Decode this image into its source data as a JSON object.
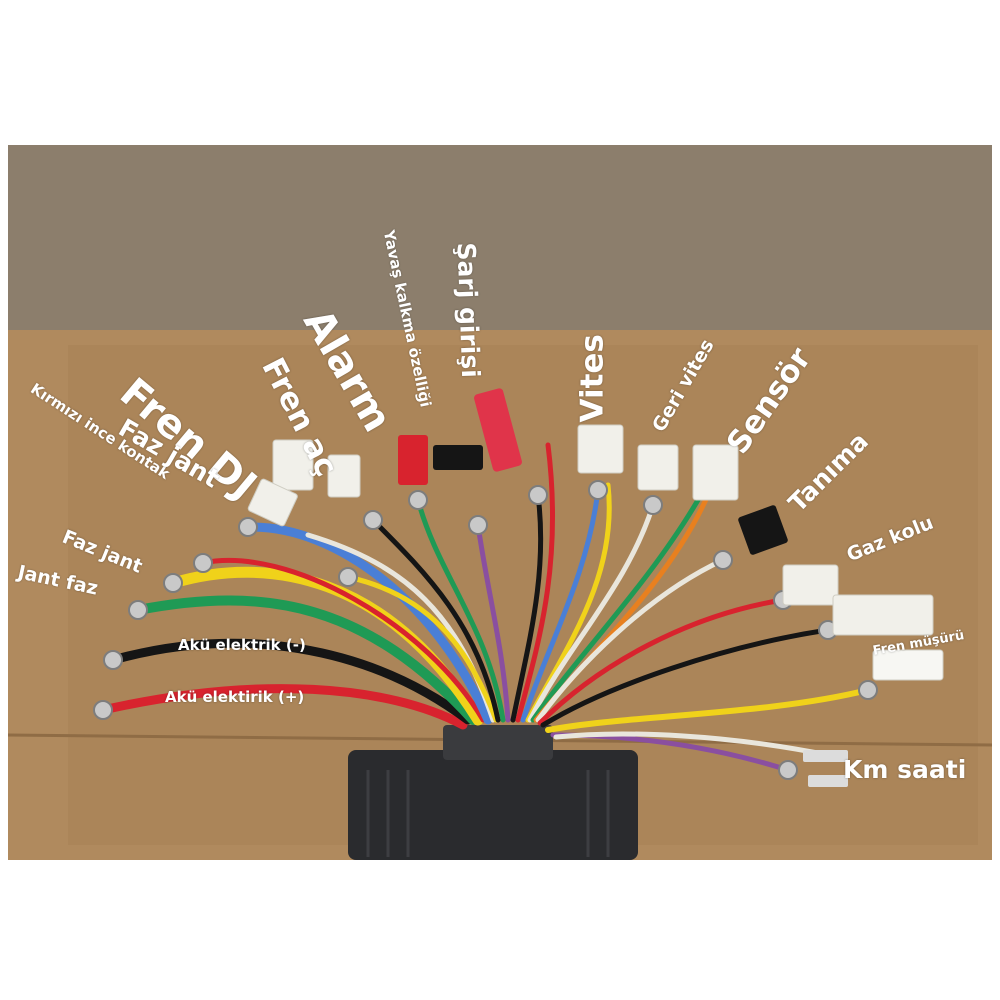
{
  "labels": {
    "fren_dj": "Fren DJ",
    "fren_ac": "Fren aç",
    "alarm": "Alarm",
    "yavas_kalkma": "Yavaş kalkma özelliği",
    "sarj_girisi": "Şarj girişi",
    "vites": "Vites",
    "geri_vites": "Geri vites",
    "sensor": "Sensör",
    "tanima": "Tanıma",
    "gaz_kolu": "Gaz kolu",
    "fren_musuru": "Fren müşürü",
    "km_saati": "Km saati",
    "kirmizi_ince_kontak": "Kırmızı ince kontak",
    "faz_jant_1": "Faz jant",
    "faz_jant_2": "Faz jant",
    "jant_faz": "Jant  faz",
    "aku_eksi": "Akü elektrik (-)",
    "aku_arti": "Akü elektirik (+)"
  },
  "colors": {
    "cardboard": "#b08a5e",
    "wall": "#8c7e6c",
    "controller": "#2a2b2e",
    "wire_red": "#d8232e",
    "wire_yellow": "#f0d21a",
    "wire_green": "#1f9a55",
    "wire_blue": "#4a7fd6",
    "wire_black": "#151515",
    "wire_white": "#e9e6dc",
    "wire_purple": "#8a4fa0",
    "wire_orange": "#e8801f",
    "label_text": "#ffffff"
  }
}
